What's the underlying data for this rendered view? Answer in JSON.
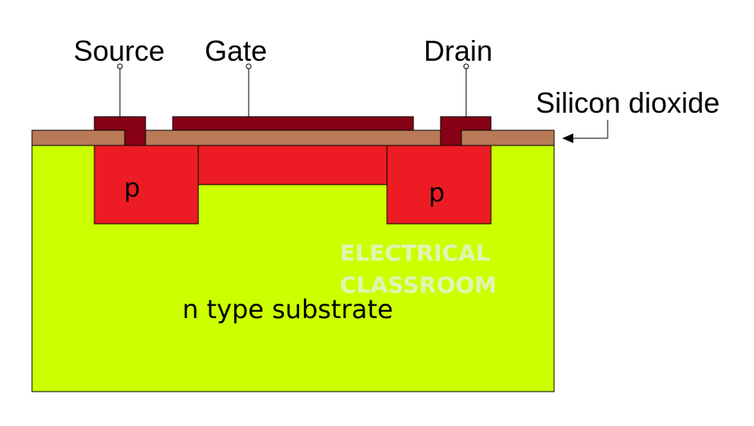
{
  "labels": {
    "source": "Source",
    "gate": "Gate",
    "drain": "Drain",
    "oxide": "Silicon dioxide",
    "p_left": "p",
    "p_right": "p",
    "substrate": "n type substrate"
  },
  "watermark": {
    "line1": "ELECTRICAL",
    "line2": "CLASSROOM"
  },
  "colors": {
    "substrate": "#ccff00",
    "p_region": "#ed1c24",
    "channel": "#ed1c24",
    "oxide": "#b97a57",
    "metal": "#880015",
    "outline": "#000000",
    "watermark": "#eeeeee"
  }
}
